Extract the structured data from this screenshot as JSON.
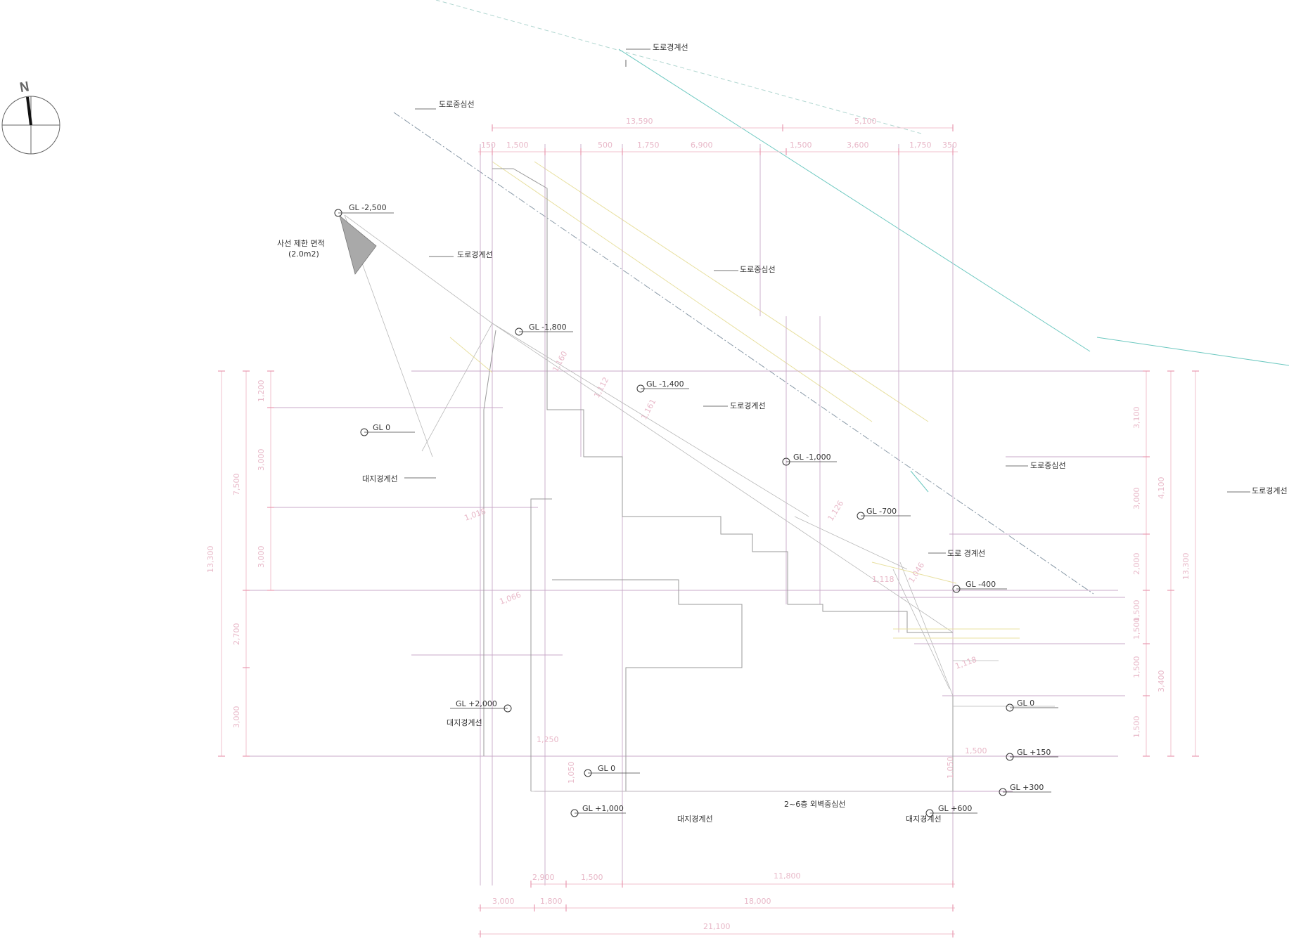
{
  "compass": {
    "north_label": "N"
  },
  "road_labels": {
    "boundary_top": "도로경계선",
    "center_top_left": "도로중심선",
    "boundary_left_upper": "도로경계선",
    "center_mid": "도로중심선",
    "boundary_mid": "도로경계선",
    "center_right": "도로중심선",
    "boundary_far_right": "도로경계선",
    "boundary_lower_right": "도로 경계선"
  },
  "site_labels": {
    "corner_cut_title": "사선 제한 면적",
    "corner_cut_area": "(2.0m2)",
    "site_boundary_left": "대지경계선",
    "site_boundary_left_lower": "대지경계선",
    "site_boundary_bottom_mid": "대지경계선",
    "site_boundary_bottom_right": "대지경계선",
    "outer_wall_line": "2~6층 외벽중심선"
  },
  "levels": {
    "l1": "GL -2,500",
    "l2": "GL -1,800",
    "l3": "GL -1,400",
    "l4": "GL 0",
    "l5": "GL -1,000",
    "l6": "GL -700",
    "l7": "GL -400",
    "l8": "GL 0",
    "l9": "GL +150",
    "l10": "GL +300",
    "l11": "GL +2,000",
    "l12": "GL 0",
    "l13": "GL +1,000",
    "l14": "GL +600"
  },
  "dims_top": {
    "total_left": "13,590",
    "total_right": "5,100",
    "s1": "150",
    "s2": "1,500",
    "s3": "500",
    "s4": "1,750",
    "s5": "6,900",
    "s6": "1,500",
    "s7": "3,600",
    "s8": "1,750",
    "s9": "350"
  },
  "dims_bottom": {
    "b1": "2,900",
    "b2": "1,500",
    "b3": "11,800",
    "b4": "3,000",
    "b5": "1,800",
    "b6": "18,000",
    "b7": "21,100"
  },
  "dims_left": {
    "total": "13,300",
    "group_upper": "7,500",
    "group_lower": "2,700",
    "v1": "1,200",
    "v2": "3,000",
    "v3": "3,000",
    "v4": "3,000"
  },
  "dims_right": {
    "total": "13,300",
    "group_upper": "4,100",
    "group_lower": "3,400",
    "v1": "3,100",
    "v2": "3,000",
    "v3": "2,000",
    "v4": "1,500",
    "v5": "1,500",
    "v6": "1,500",
    "v7": "1,500"
  },
  "dims_diag": {
    "d1": "1,160",
    "d2": "1,112",
    "d3": "1,161",
    "d4": "1,018",
    "d5": "1,126",
    "d6": "1,066",
    "d7": "1,118",
    "d8": "1,046",
    "d9": "1,118",
    "d10": "1,250",
    "d11": "1,050",
    "d12": "1,500",
    "d13": "1,050"
  }
}
